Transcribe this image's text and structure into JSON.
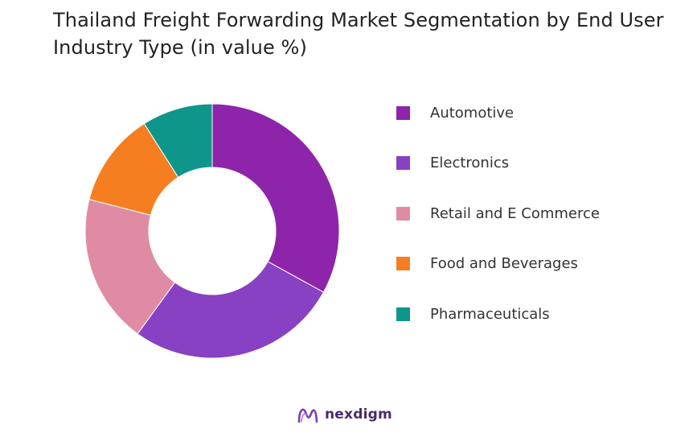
{
  "title": "Thailand Freight Forwarding Market Segmentation by End User Industry Type (in value %)",
  "brand": {
    "name": "nexdigm",
    "logo_icon": "nexdigm-logo-icon"
  },
  "chart_data": {
    "type": "pie",
    "variant": "donut",
    "title": "Thailand Freight Forwarding Market Segmentation by End User Industry Type (in value %)",
    "categories": [
      "Automotive",
      "Electronics",
      "Retail and E Commerce",
      "Food and Beverages",
      "Pharmaceuticals"
    ],
    "values": [
      33,
      27,
      19,
      12,
      9
    ],
    "colors": [
      "#8e24aa",
      "#8741c2",
      "#e08ba4",
      "#f57f20",
      "#0e968b"
    ],
    "legend_position": "right",
    "data_labels": false
  }
}
